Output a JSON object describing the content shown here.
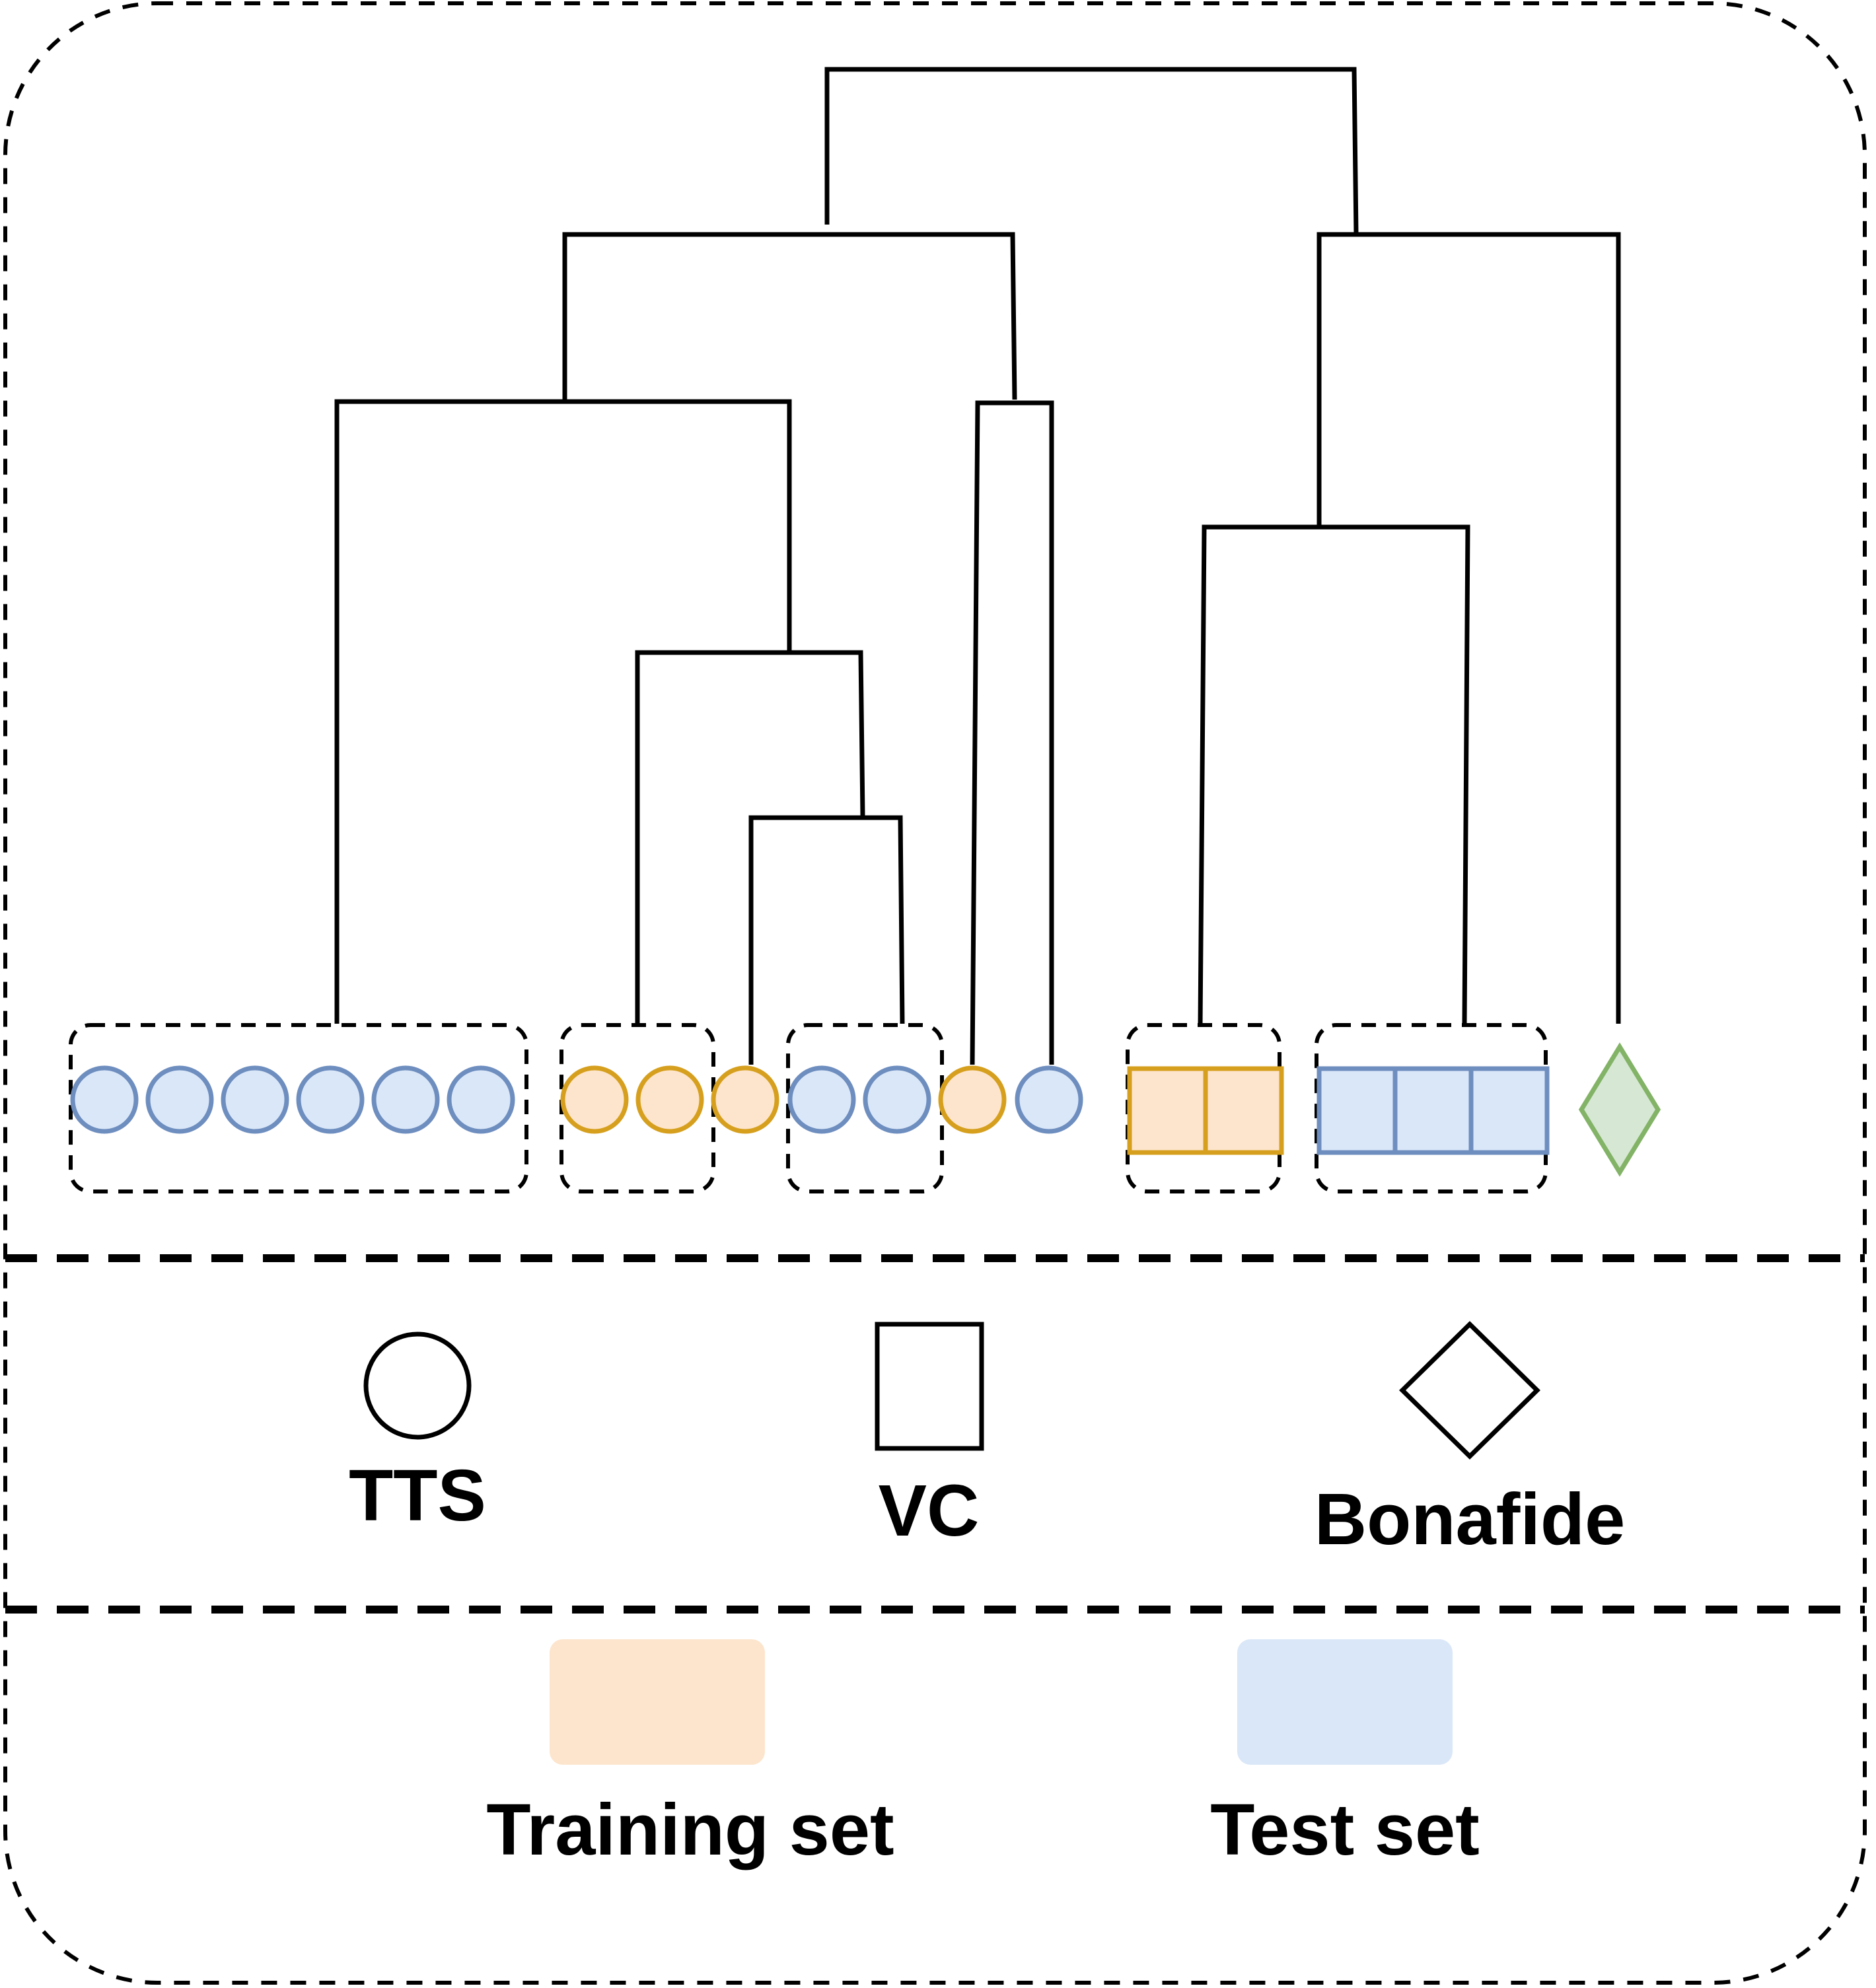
{
  "colors": {
    "training_fill": "#fde5cd",
    "training_stroke": "#d6a01e",
    "test_fill": "#dae7f8",
    "test_stroke": "#6e8ebf",
    "bonafide_fill": "#d6e8d4",
    "bonafide_stroke": "#82b366",
    "line": "#000000",
    "background": "#ffffff"
  },
  "leaves": [
    {
      "shape": "circle",
      "set": "test"
    },
    {
      "shape": "circle",
      "set": "test"
    },
    {
      "shape": "circle",
      "set": "test"
    },
    {
      "shape": "circle",
      "set": "test"
    },
    {
      "shape": "circle",
      "set": "test"
    },
    {
      "shape": "circle",
      "set": "test"
    },
    {
      "shape": "circle",
      "set": "training"
    },
    {
      "shape": "circle",
      "set": "training"
    },
    {
      "shape": "circle",
      "set": "training"
    },
    {
      "shape": "circle",
      "set": "test"
    },
    {
      "shape": "circle",
      "set": "test"
    },
    {
      "shape": "circle",
      "set": "training"
    },
    {
      "shape": "circle",
      "set": "test"
    },
    {
      "shape": "square",
      "set": "training"
    },
    {
      "shape": "square",
      "set": "training"
    },
    {
      "shape": "square",
      "set": "test"
    },
    {
      "shape": "square",
      "set": "test"
    },
    {
      "shape": "square",
      "set": "test"
    },
    {
      "shape": "diamond",
      "set": "bonafide"
    }
  ],
  "shape_legend": {
    "items": [
      {
        "shape": "circle-icon",
        "label": "TTS"
      },
      {
        "shape": "square-icon",
        "label": "VC"
      },
      {
        "shape": "diamond-icon",
        "label": "Bonafide"
      }
    ]
  },
  "set_legend": {
    "items": [
      {
        "set": "training",
        "label": "Training set"
      },
      {
        "set": "test",
        "label": "Test set"
      }
    ]
  }
}
